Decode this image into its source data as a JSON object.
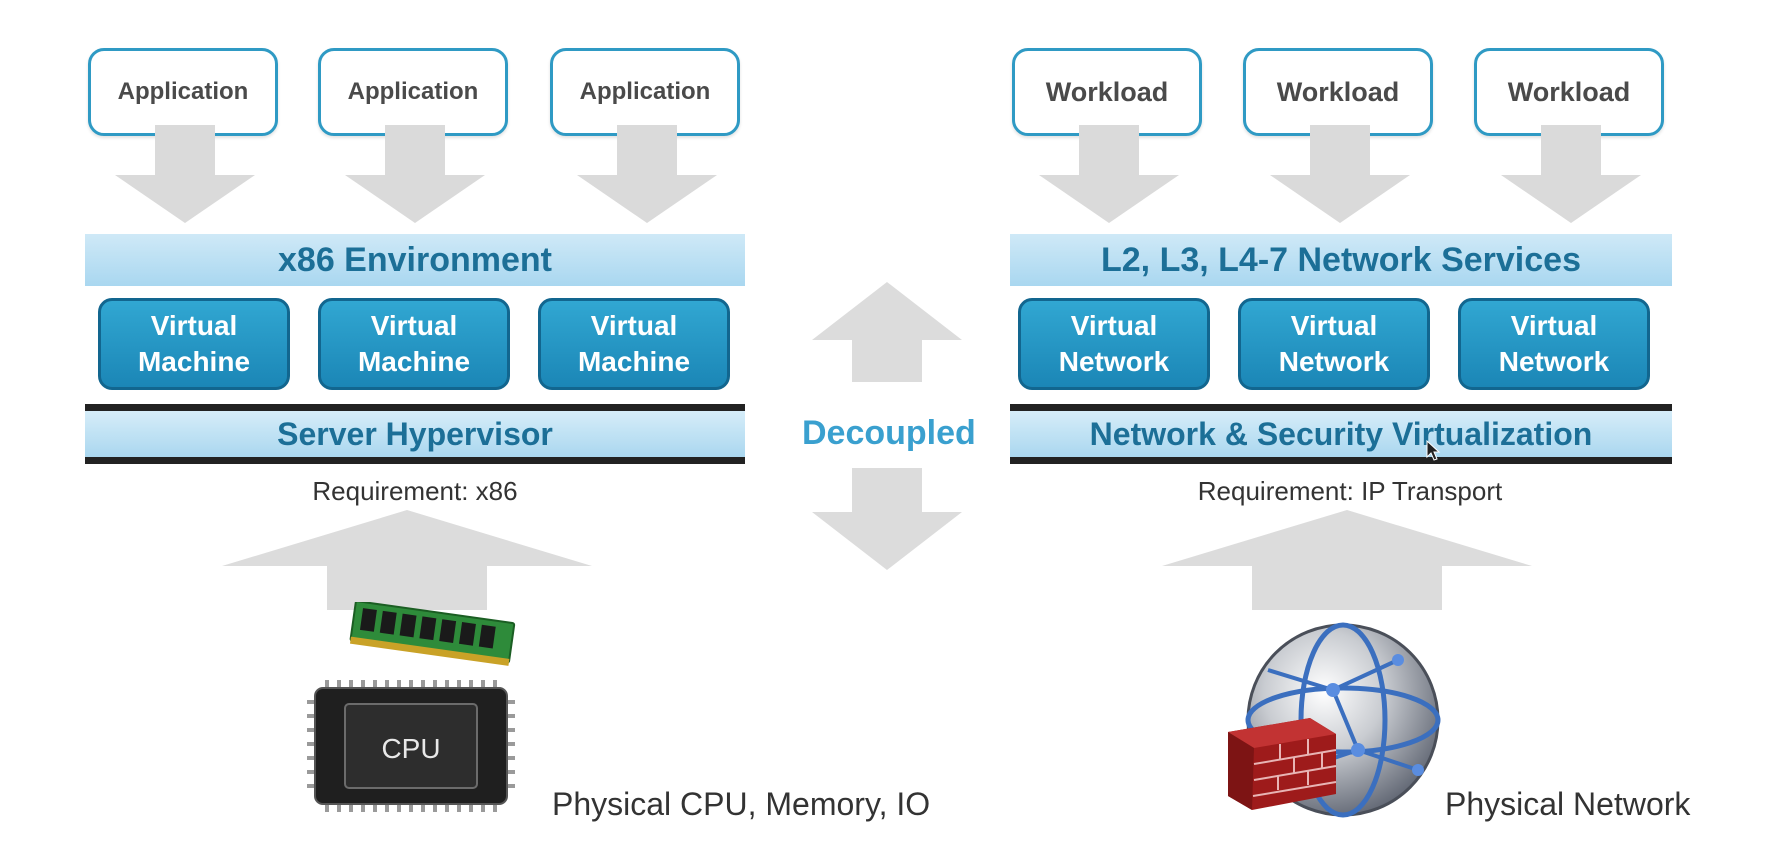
{
  "left": {
    "apps": [
      "Application",
      "Application",
      "Application"
    ],
    "environment": "x86 Environment",
    "vms": [
      {
        "line1": "Virtual",
        "line2": "Machine"
      },
      {
        "line1": "Virtual",
        "line2": "Machine"
      },
      {
        "line1": "Virtual",
        "line2": "Machine"
      }
    ],
    "hypervisor": "Server Hypervisor",
    "requirement": "Requirement: x86",
    "physical": "Physical CPU, Memory, IO",
    "cpu_chip_label": "CPU"
  },
  "center": {
    "label": "Decoupled"
  },
  "right": {
    "workloads": [
      "Workload",
      "Workload",
      "Workload"
    ],
    "services": "L2, L3, L4-7 Network Services",
    "networks": [
      {
        "line1": "Virtual",
        "line2": "Network"
      },
      {
        "line1": "Virtual",
        "line2": "Network"
      },
      {
        "line1": "Virtual",
        "line2": "Network"
      }
    ],
    "virtualization": "Network & Security Virtualization",
    "requirement": "Requirement: IP Transport",
    "physical": "Physical Network"
  },
  "colors": {
    "accent": "#2f9ac4",
    "vm_fill": "#1b86b6",
    "band_text": "#1c6f97",
    "arrow_gray": "#d9d9d9"
  },
  "icons": [
    "down-arrow-icon",
    "up-arrow-icon",
    "double-arrow-icon",
    "cpu-chip-icon",
    "memory-module-icon",
    "globe-icon",
    "firewall-icon",
    "cursor-icon"
  ]
}
